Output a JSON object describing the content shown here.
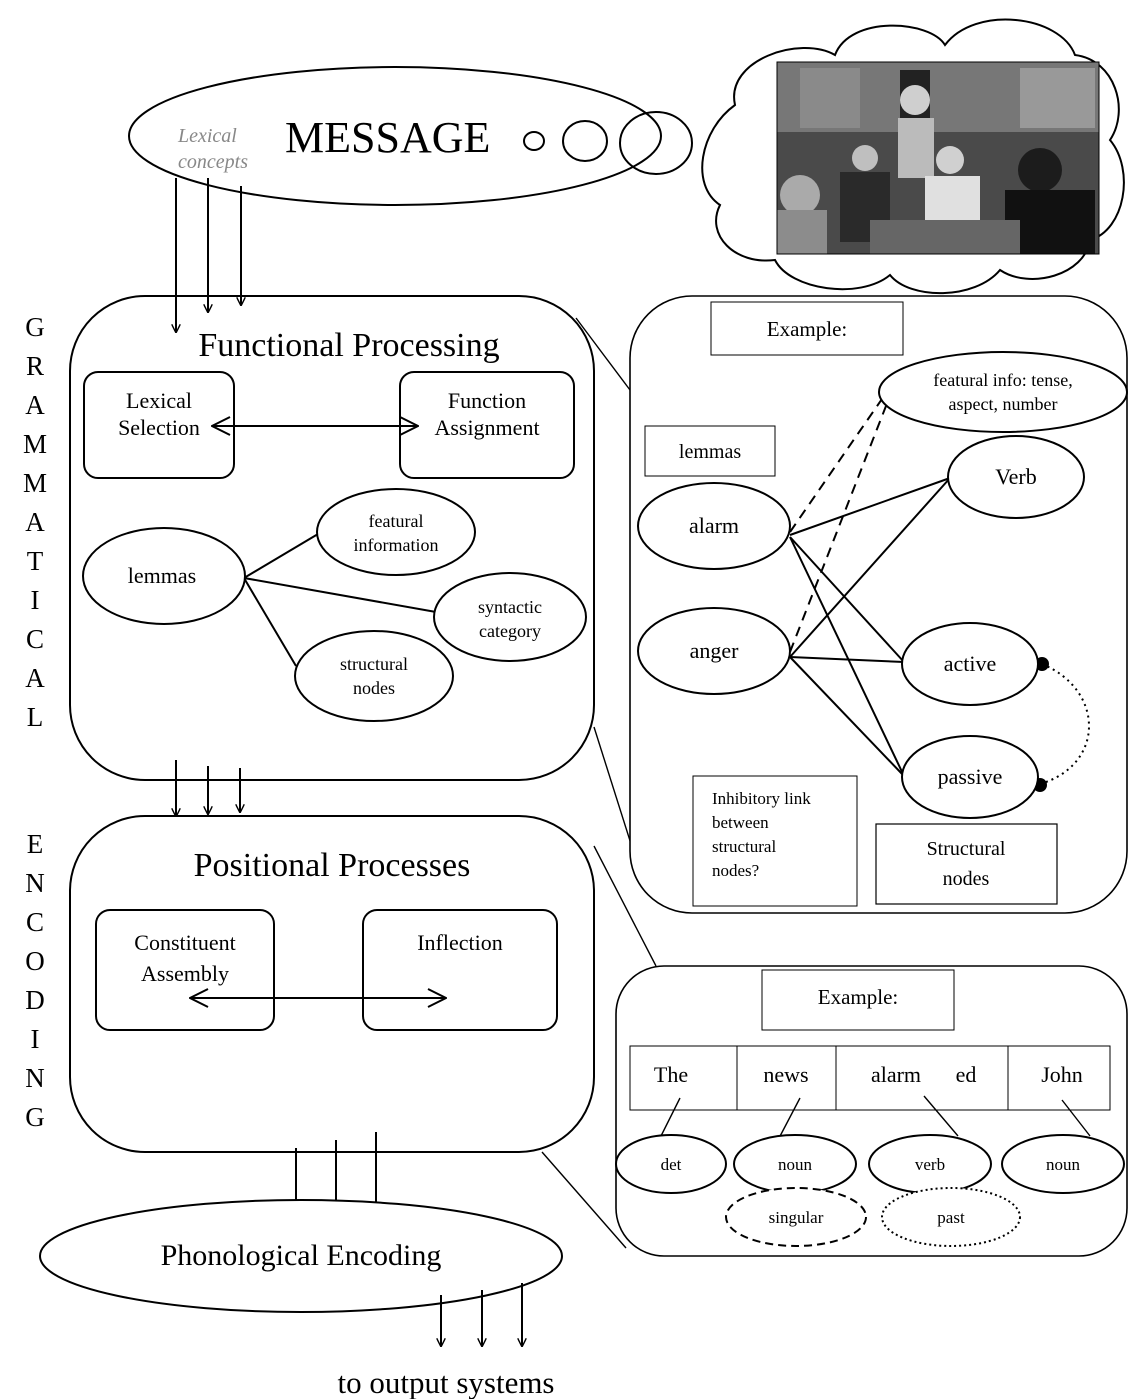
{
  "message": {
    "title": "MESSAGE",
    "lexical_concepts_line1": "Lexical",
    "lexical_concepts_line2": "concepts"
  },
  "vertical_label": {
    "word1": [
      "G",
      "R",
      "A",
      "M",
      "M",
      "A",
      "T",
      "I",
      "C",
      "A",
      "L"
    ],
    "word2": [
      "E",
      "N",
      "C",
      "O",
      "D",
      "I",
      "N",
      "G"
    ]
  },
  "functional": {
    "title": "Functional Processing",
    "lexical_selection": [
      "Lexical",
      "Selection"
    ],
    "function_assignment": [
      "Function",
      "Assignment"
    ],
    "lemmas": "lemmas",
    "featural_information": [
      "featural",
      "information"
    ],
    "syntactic_category": [
      "syntactic",
      "category"
    ],
    "structural_nodes": [
      "structural",
      "nodes"
    ]
  },
  "positional": {
    "title": "Positional Processes",
    "constituent_assembly": [
      "Constituent",
      "Assembly"
    ],
    "inflection": "Inflection"
  },
  "phonological": {
    "title": "Phonological Encoding",
    "output": "to output systems"
  },
  "example1": {
    "title": "Example:",
    "featural_info": [
      "featural info: tense,",
      "aspect, number"
    ],
    "lemmas_label": "lemmas",
    "alarm": "alarm",
    "anger": "anger",
    "verb": "Verb",
    "active": "active",
    "passive": "passive",
    "inhibitory_note": [
      "Inhibitory link",
      "between",
      "structural",
      "nodes?"
    ],
    "structural_nodes": [
      "Structural",
      "nodes"
    ]
  },
  "example2": {
    "title": "Example:",
    "words": [
      "The",
      "news",
      "alarm",
      "ed",
      "John"
    ],
    "tags": [
      "det",
      "noun",
      "verb",
      "noun"
    ],
    "features": [
      "singular",
      "past"
    ]
  }
}
